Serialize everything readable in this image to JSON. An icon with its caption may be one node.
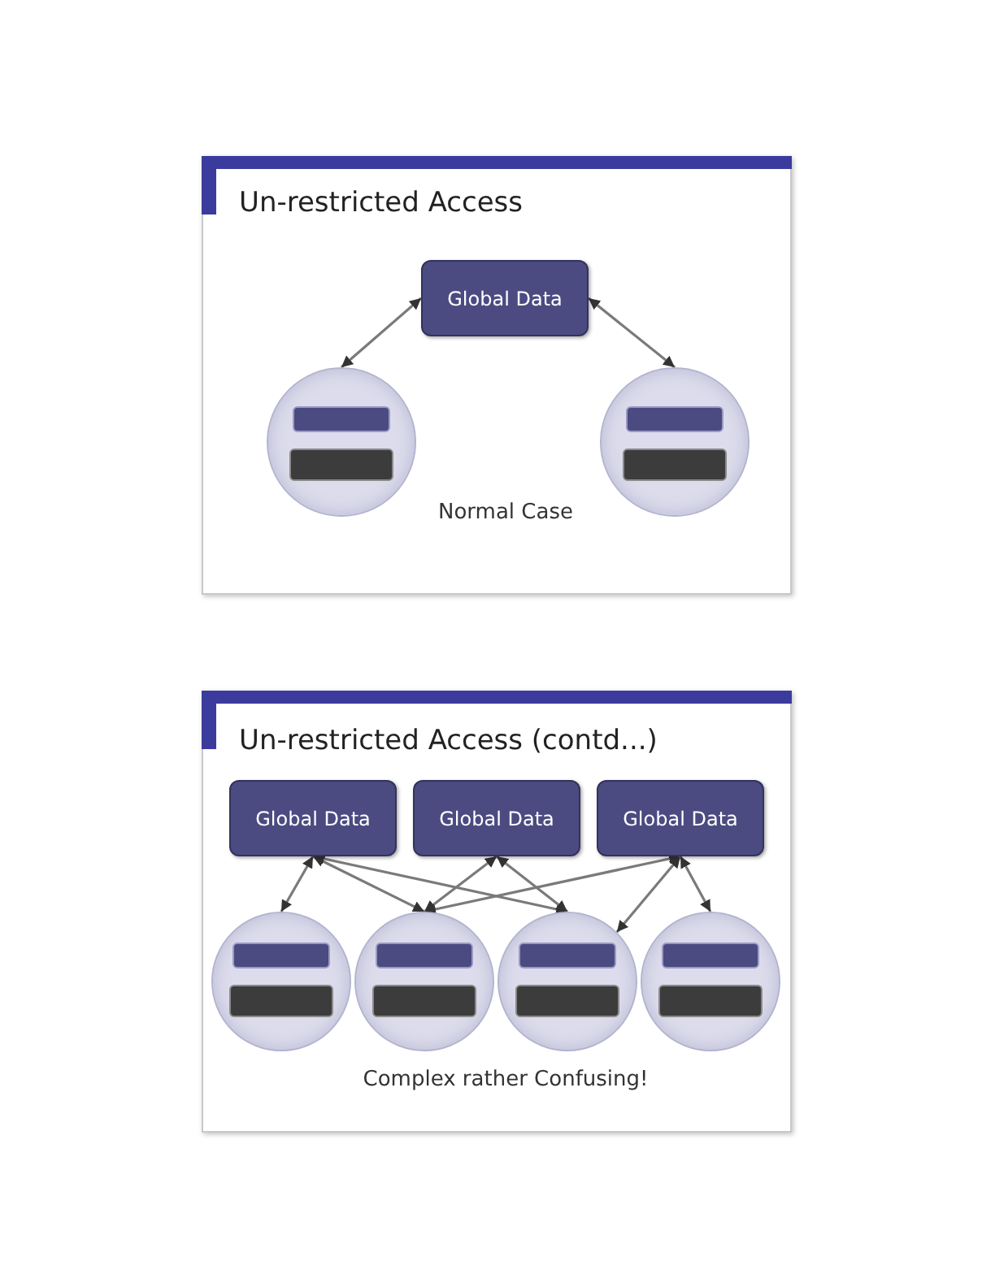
{
  "diagram": {
    "nodes": [
      {
        "text": [
          "Un-restricted Access",
          "Normal Case"
        ]
      },
      {
        "text": [
          "Global Data"
        ],
        "in": 0
      },
      {
        "text": [],
        "shape": "circle",
        "in": 0
      },
      {
        "text": [],
        "shape": "box",
        "in": 2
      },
      {
        "text": [],
        "shape": "box",
        "in": 2
      },
      {
        "text": [],
        "shape": "circle",
        "in": 0
      },
      {
        "text": [],
        "shape": "box",
        "in": 5
      },
      {
        "text": [],
        "shape": "box",
        "in": 5
      },
      {
        "text": [
          "Un-restricted Access (contd...)",
          "Complex rather Confusing!"
        ]
      },
      {
        "text": [
          "Global Data"
        ],
        "in": 8
      },
      {
        "text": [
          "Global Data"
        ],
        "in": 8
      },
      {
        "text": [
          "Global Data"
        ],
        "in": 8
      },
      {
        "text": [],
        "shape": "circle",
        "in": 8
      },
      {
        "text": [],
        "shape": "box",
        "in": 12
      },
      {
        "text": [],
        "shape": "box",
        "in": 12
      },
      {
        "text": [],
        "shape": "circle",
        "in": 8
      },
      {
        "text": [],
        "shape": "box",
        "in": 15
      },
      {
        "text": [],
        "shape": "box",
        "in": 15
      },
      {
        "text": [],
        "shape": "circle",
        "in": 8
      },
      {
        "text": [],
        "shape": "box",
        "in": 18
      },
      {
        "text": [],
        "shape": "box",
        "in": 18
      },
      {
        "text": [],
        "shape": "circle",
        "in": 8
      },
      {
        "text": [],
        "shape": "box",
        "in": 21
      },
      {
        "text": [],
        "shape": "box",
        "in": 21
      }
    ],
    "edges": [
      {
        "from": 1,
        "to": 2,
        "arrow": "both"
      },
      {
        "from": 1,
        "to": 5,
        "arrow": "both"
      },
      {
        "from": 9,
        "to": 12,
        "arrow": "both"
      },
      {
        "from": 9,
        "to": 15,
        "arrow": "both"
      },
      {
        "from": 9,
        "to": 18,
        "arrow": "both"
      },
      {
        "from": 10,
        "to": 15,
        "arrow": "both"
      },
      {
        "from": 10,
        "to": 18,
        "arrow": "both"
      },
      {
        "from": 11,
        "to": 15,
        "arrow": "both"
      },
      {
        "from": 11,
        "to": 18,
        "arrow": "both"
      },
      {
        "from": 11,
        "to": 21,
        "arrow": "both"
      }
    ]
  }
}
